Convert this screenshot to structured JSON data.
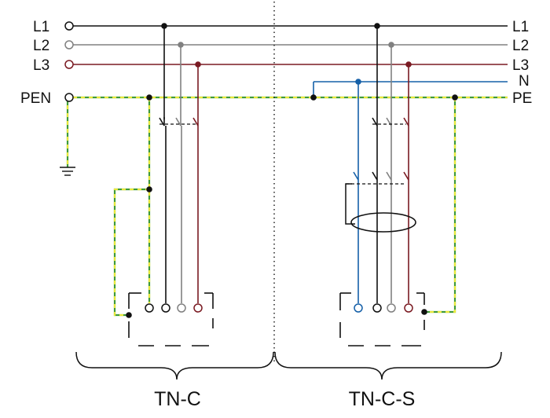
{
  "colors": {
    "l1": "#111111",
    "l2": "#808080",
    "l3": "#7a1a22",
    "neutral": "#1560a8",
    "pe_green": "#3f9a3a",
    "pe_yellow": "#e8e83a",
    "frame": "#111111"
  },
  "left_labels": {
    "l1": "L1",
    "l2": "L2",
    "l3": "L3",
    "pen": "PEN"
  },
  "right_labels": {
    "l1": "L1",
    "l2": "L2",
    "l3": "L3",
    "n": "N",
    "pe": "PE"
  },
  "captions": {
    "tn_c": "TN-C",
    "tn_c_s": "TN-C-S"
  },
  "icons": {
    "ground": "ground-symbol-icon"
  }
}
